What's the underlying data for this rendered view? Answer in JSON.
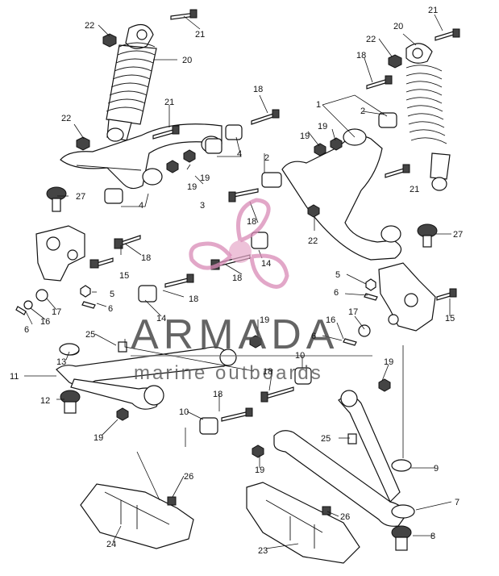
{
  "watermark": {
    "title": "ARMADA",
    "subtitle": "marine outboards",
    "color": "#d88ab6"
  },
  "callouts": {
    "c22a": "22",
    "c21a": "21",
    "c20a": "20",
    "c21b": "21",
    "c22b": "22",
    "c20b": "20",
    "c18a": "18",
    "c21c": "21",
    "c22c": "22",
    "c1": "1",
    "c2a": "2",
    "c19a": "19",
    "c19b": "19",
    "c4a": "4",
    "c2b": "2",
    "c19c": "19",
    "c19d": "19",
    "c27a": "27",
    "c4b": "4",
    "c3": "3",
    "c21d": "21",
    "c18b": "18",
    "c18c": "18",
    "c22d": "22",
    "c27b": "27",
    "c15a": "15",
    "c14a": "14",
    "c18d": "18",
    "c5a": "5",
    "c17a": "17",
    "c16a": "16",
    "c6a": "6",
    "c6b": "6",
    "c14b": "14",
    "c18e": "18",
    "c5b": "5",
    "c6c": "6",
    "c17b": "17",
    "c16b": "16",
    "c15b": "15",
    "c25a": "25",
    "c19e": "19",
    "c6d": "6",
    "c13": "13",
    "c10a": "10",
    "c11": "11",
    "c18f": "18",
    "c19f": "19",
    "c12": "12",
    "c19g": "19",
    "c18g": "18",
    "c10b": "10",
    "c25b": "25",
    "c19h": "19",
    "c9": "9",
    "c26a": "26",
    "c7": "7",
    "c26b": "26",
    "c24": "24",
    "c8": "8",
    "c23": "23"
  }
}
